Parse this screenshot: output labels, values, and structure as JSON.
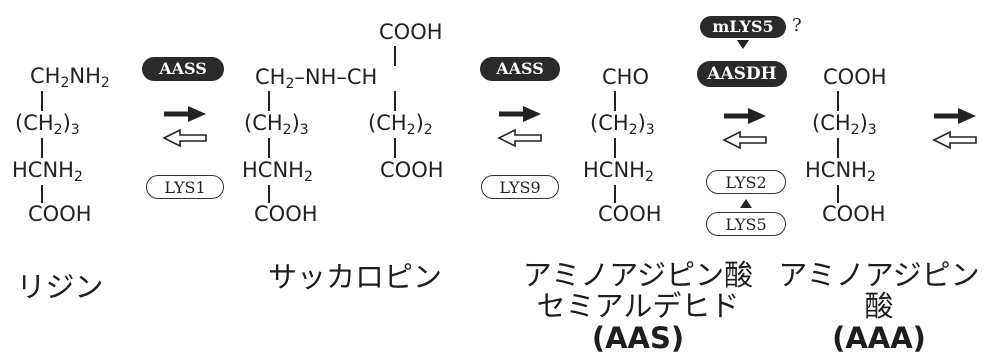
{
  "lysine": {
    "top": "CH₂NH₂",
    "mid": "(CH₂)₃",
    "low": "HCNH₂",
    "bottom": "COOH",
    "name": "リジン"
  },
  "saccharopine": {
    "top_right": "COOH",
    "chain": "CH₂–NH–CH",
    "left_mid": "(CH₂)₃",
    "left_low": "HCNH₂",
    "left_bottom": "COOH",
    "right_mid": "(CH₂)₂",
    "right_bottom": "COOH",
    "name": "サッカロピン"
  },
  "aas": {
    "top": "CHO",
    "mid": "(CH₂)₃",
    "low": "HCNH₂",
    "bottom": "COOH",
    "name_line1": "アミノアジピン酸",
    "name_line2": "セミアルデヒド",
    "name_line3": "(AAS)"
  },
  "aaa": {
    "top": "COOH",
    "mid": "(CH₂)₃",
    "low": "HCNH₂",
    "bottom": "COOH",
    "name_line1": "アミノアジピン酸",
    "name_line2": "(AAA)"
  },
  "enzymes": {
    "step1_forward": "AASS",
    "step1_reverse": "LYS1",
    "step2_forward": "AASS",
    "step2_reverse": "LYS9",
    "step3_regulator": "mLYS5",
    "step3_regulator_mark": "?",
    "step3_forward": "AASDH",
    "step3_reverse": "LYS2",
    "step3_reverse_activator": "LYS5"
  },
  "colors": {
    "ink": "#222222",
    "pill_dark": "#2a2a2a",
    "pill_text": "#ffffff"
  },
  "icons": [
    "forward-arrow-icon",
    "reverse-hollow-arrow-icon",
    "activation-triangle-icon"
  ]
}
